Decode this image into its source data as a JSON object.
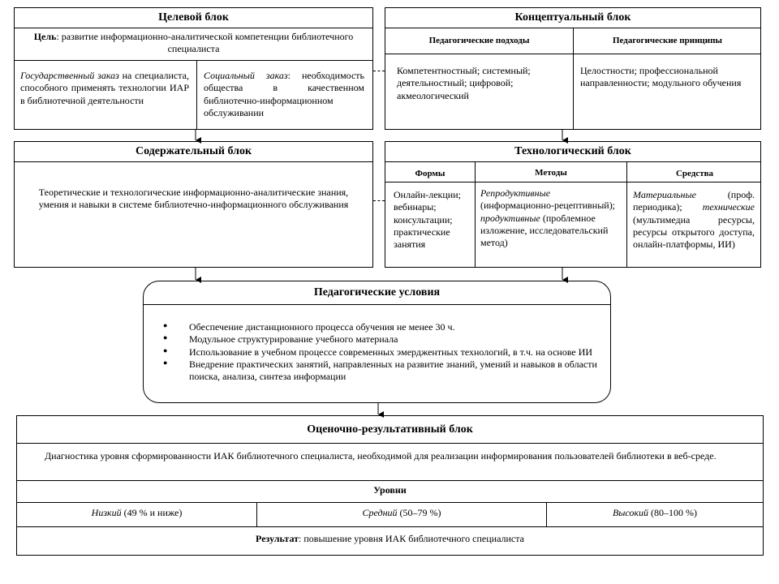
{
  "target_block": {
    "title": "Целевой блок",
    "goal_label": "Цель",
    "goal_text": ": развитие информационно-аналитической компетенции библиотечного специалиста",
    "state_order_label": "Государственный заказ",
    "state_order_text": " на специалиста, способного применять технологии ИАР в библиотечной деятельности",
    "social_order_label": "Социальный заказ",
    "social_order_text": ": необходимость общества в качественном библиотечно-информационном обслуживании"
  },
  "conceptual_block": {
    "title": "Концептуальный блок",
    "approaches_header": "Педагогические подходы",
    "principles_header": "Педагогические принципы",
    "approaches_text": "Компетентностный; системный; деятельностный; цифровой; акмеологический",
    "principles_text": "Целостности; профессиональной направленности; модульного обучения"
  },
  "content_block": {
    "title": "Содержательный блок",
    "text": "Теоретические и технологические информационно-аналитические знания, умения и навыки в системе библиотечно-информационного обслуживания"
  },
  "technology_block": {
    "title": "Технологический блок",
    "forms_header": "Формы",
    "methods_header": "Методы",
    "means_header": "Средства",
    "forms_text": "Онлайн-лекции; вебинары; консультации; практические занятия",
    "methods_repro_label": "Репродуктивные",
    "methods_repro_text": " (информационно-рецептивный); ",
    "methods_prod_label": "продуктивные",
    "methods_prod_text": " (проблемное изложение, исследовательский метод)",
    "means_material_label": "Материальные",
    "means_material_text": " (проф. периодика); ",
    "means_tech_label": "технические",
    "means_tech_text": " (мультимедиа ресурсы, ресурсы открытого доступа, онлайн-платформы, ИИ)"
  },
  "conditions": {
    "title": "Педагогические условия",
    "items": [
      "Обеспечение дистанционного процесса обучения не менее 30 ч.",
      "Модульное структурирование учебного материала",
      "Использование в учебном процессе современных эмерджентных технологий, в т.ч. на основе ИИ",
      "Внедрение практических занятий, направленных на развитие знаний, умений и навыков в области поиска, анализа, синтеза информации"
    ]
  },
  "evaluation_block": {
    "title": "Оценочно-результативный блок",
    "diagnostics_text": "Диагностика уровня сформированности ИАК библиотечного специалиста, необходимой для реализации информирования пользователей библиотеки в веб-среде.",
    "levels_header": "Уровни",
    "level_low_label": "Низкий",
    "level_low_range": " (49 % и ниже)",
    "level_mid_label": "Средний",
    "level_mid_range": " (50–79 %)",
    "level_high_label": "Высокий",
    "level_high_range": " (80–100 %)",
    "result_label": "Результат",
    "result_text": ": повышение уровня ИАК библиотечного специалиста"
  }
}
